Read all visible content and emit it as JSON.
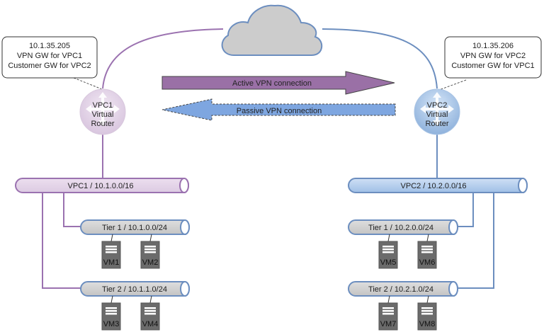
{
  "colors": {
    "purple_line": "#9b72b0",
    "purple_fill": "#e6d8ea",
    "blue_line": "#6c8ebf",
    "blue_fill": "#b8d0ec",
    "tier_fill": "#d0d0d0",
    "cloud_fill": "#cccccc",
    "active_arrow": "#9a70a6",
    "passive_arrow": "#7ea6e0",
    "vm_fill": "#6b6b6b"
  },
  "callouts": {
    "left": [
      "10.1.35.205",
      "VPN GW for VPC1",
      "Customer GW for VPC2"
    ],
    "right": [
      "10.1.35.206",
      "VPN GW for VPC2",
      "Customer GW for VPC1"
    ]
  },
  "routers": {
    "left": [
      "VPC1",
      "Virtual",
      "Router"
    ],
    "right": [
      "VPC2",
      "Virtual",
      "Router"
    ]
  },
  "arrows": {
    "active": "Active VPN connection",
    "passive": "Passive VPN connection"
  },
  "networks": {
    "vpc1": "VPC1 / 10.1.0.0/16",
    "vpc2": "VPC2 / 10.2.0.0/16",
    "vpc1_tier1": "Tier 1 / 10.1.0.0/24",
    "vpc1_tier2": "Tier 2 / 10.1.1.0/24",
    "vpc2_tier1": "Tier 1 / 10.2.0.0/24",
    "vpc2_tier2": "Tier 2 / 10.2.1.0/24"
  },
  "vms": [
    "VM1",
    "VM2",
    "VM3",
    "VM4",
    "VM5",
    "VM6",
    "VM7",
    "VM8"
  ]
}
